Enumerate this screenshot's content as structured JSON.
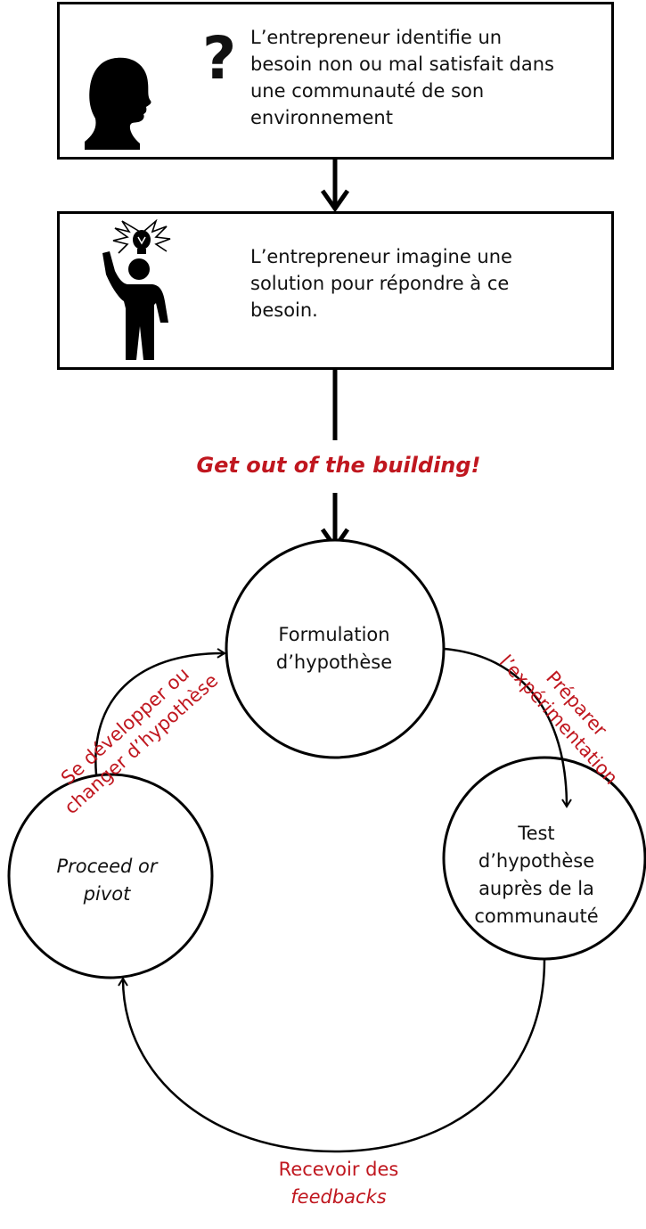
{
  "steps": {
    "identify": {
      "text": "L’entrepreneur identifie un\nbesoin non ou mal satisfait dans\nune communauté de son\nenvironnement",
      "icon": "head-silhouette-icon",
      "mark": "?"
    },
    "imagine": {
      "text": "L’entrepreneur imagine une\nsolution pour répondre à ce\nbesoin.",
      "icon": "person-lightbulb-icon"
    }
  },
  "transition_label": "Get out of the building!",
  "cycle": {
    "nodes": {
      "formulation": "Formulation\nd’hypothèse",
      "test": "Test\nd’hypothèse\nauprès de la\ncommunauté",
      "proceed": "Proceed or\npivot"
    },
    "edges": {
      "prepare": "Préparer\nl’expérimentation",
      "feedback_prefix": "Recevoir des",
      "feedback_italic": "feedbacks",
      "develop": "Se développer ou\nchanger d’hypothèse"
    }
  },
  "colors": {
    "accent": "#c0171f",
    "line": "#000000"
  }
}
